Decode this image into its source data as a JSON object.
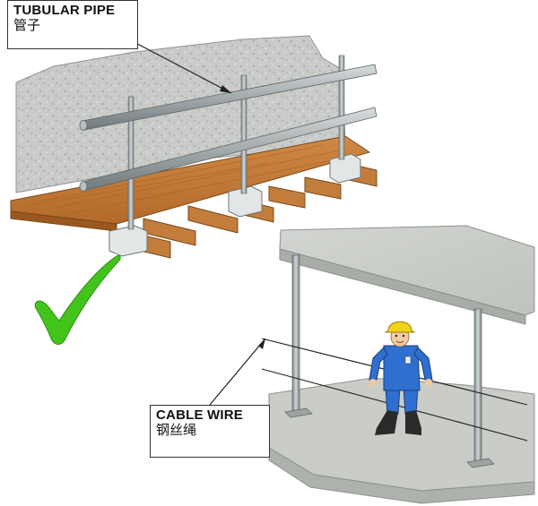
{
  "labels": {
    "tubular_pipe": {
      "en": "TUBULAR PIPE",
      "zh": "管子"
    },
    "cable_wire": {
      "en": "CABLE WIRE",
      "zh": "钢丝绳"
    }
  },
  "colors": {
    "check_mark": "#43c41b",
    "wall": "#c9ccc9",
    "plank": "#c47a35",
    "beam": "#c27d3c",
    "pipe": "#9ea6a8",
    "slab": "#c9ccc7",
    "worker_suit": "#2f6fd0",
    "helmet": "#f0d21a"
  },
  "icons": {
    "check": "check-mark-icon",
    "worker": "worker-figure",
    "helmet": "hard-hat-icon"
  }
}
